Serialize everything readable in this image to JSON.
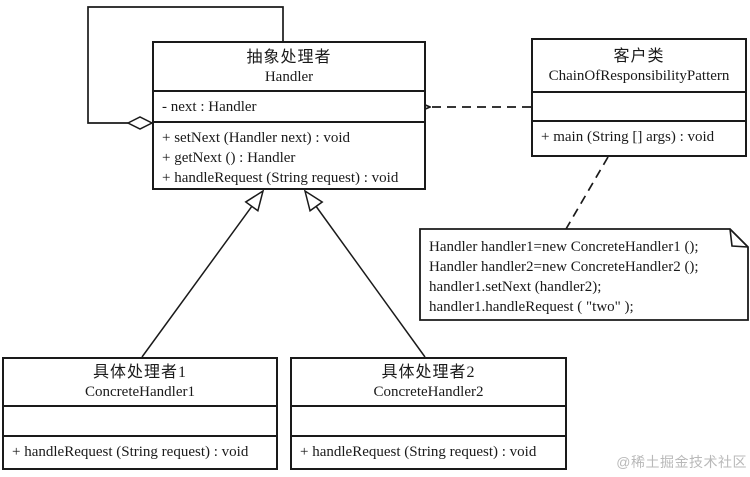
{
  "colors": {
    "line": "#1a1a1a",
    "background": "#ffffff",
    "watermark": "#b9b9b9"
  },
  "classes": {
    "handler": {
      "title_cn": "抽象处理者",
      "title_en": "Handler",
      "attributes": [
        "- next : Handler"
      ],
      "methods": [
        "+ setNext (Handler next) : void",
        "+ getNext () : Handler",
        "+ handleRequest (String request) : void"
      ]
    },
    "client": {
      "title_cn": "客户类",
      "title_en": "ChainOfResponsibilityPattern",
      "attributes": [],
      "methods": [
        "+ main (String [] args) : void"
      ]
    },
    "concrete1": {
      "title_cn": "具体处理者1",
      "title_en": "ConcreteHandler1",
      "attributes": [],
      "methods": [
        "+ handleRequest (String request) : void"
      ]
    },
    "concrete2": {
      "title_cn": "具体处理者2",
      "title_en": "ConcreteHandler2",
      "attributes": [],
      "methods": [
        "+ handleRequest (String request) : void"
      ]
    }
  },
  "note": {
    "lines": [
      "Handler handler1=new ConcreteHandler1 ();",
      "Handler handler2=new ConcreteHandler2 ();",
      "handler1.setNext (handler2);",
      "handler1.handleRequest ( \"two\" );"
    ]
  },
  "watermark": "@稀土掘金技术社区"
}
